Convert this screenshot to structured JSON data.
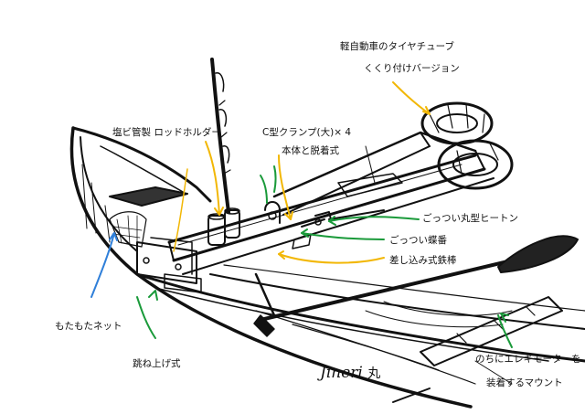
{
  "labels": {
    "tire_tube_line1": "軽自動車のタイヤチューブ",
    "tire_tube_line2": "くくり付けバージョン",
    "pvc_rod_holder": "塩ビ管製 ロッドホルダー",
    "c_clamp_line1": "C型クランプ(大)× 4",
    "c_clamp_line2": "本体と脱着式",
    "round_bolt": "ごっつい丸型ヒートン",
    "butterfly_hinge": "ごっつい蝶番",
    "insert_rod": "差し込み式鉄棒",
    "fuzzy_net": "もたもたネット",
    "flip_up": "跳ね上げ式",
    "motor_mount_line1": "のちにエレキモーターを",
    "motor_mount_line2": "装着するマウント"
  },
  "signature": {
    "text": "Jineri",
    "mark": "丸"
  },
  "colors": {
    "ink": "#111111",
    "arrow_yellow": "#f2b705",
    "arrow_green": "#1a9a3a",
    "arrow_blue": "#2f7fd9",
    "background": "#ffffff"
  }
}
